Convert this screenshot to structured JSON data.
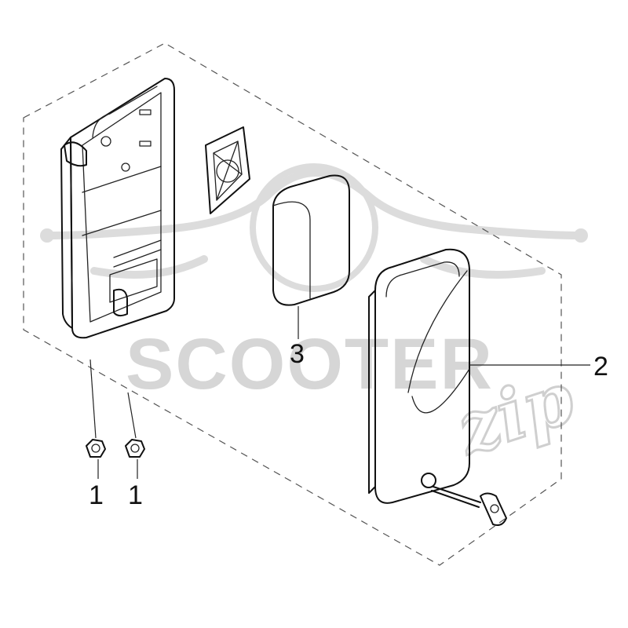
{
  "diagram": {
    "watermark": {
      "main": "SCOOTER",
      "script": "zip"
    },
    "callouts": [
      {
        "id": "nut-left",
        "label": "1"
      },
      {
        "id": "nut-right",
        "label": "1"
      },
      {
        "id": "cover",
        "label": "2"
      },
      {
        "id": "filter-element",
        "label": "3"
      }
    ],
    "colors": {
      "line": "#111111",
      "watermark": "#d6d6d6",
      "background": "#ffffff"
    }
  }
}
